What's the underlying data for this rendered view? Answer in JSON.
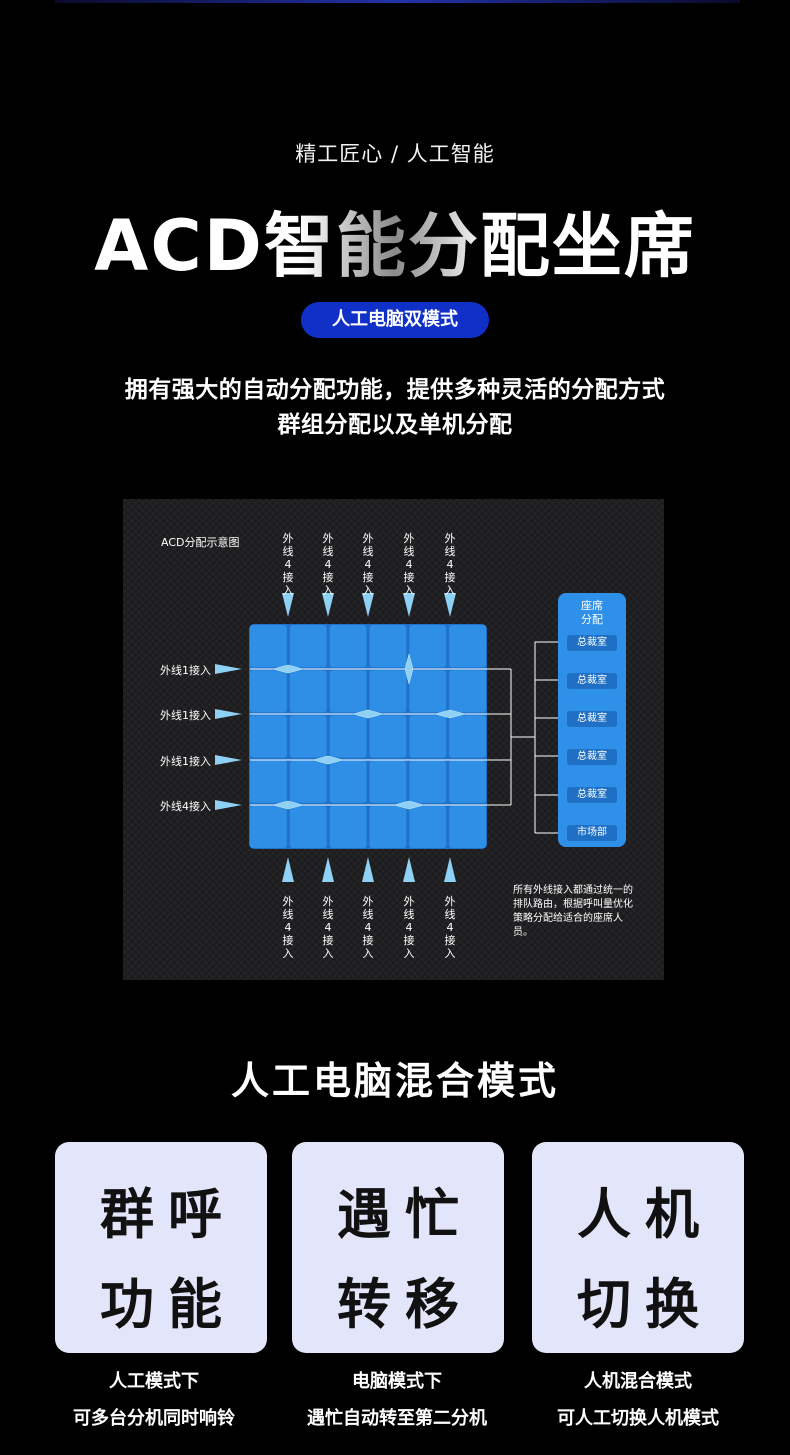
{
  "header": {
    "subtitle": "精工匠心 / 人工智能",
    "title": "ACD智能分配坐席",
    "badge": "人工电脑双模式",
    "desc_line1": "拥有强大的自动分配功能，提供多种灵活的分配方式",
    "desc_line2": "群组分配以及单机分配"
  },
  "diagram": {
    "title": "ACD分配示意图",
    "top_labels": [
      "外线4接入",
      "外线4接入",
      "外线4接入",
      "外线4接入",
      "外线4接入"
    ],
    "bottom_labels": [
      "外线4接入",
      "外线4接入",
      "外线4接入",
      "外线4接入",
      "外线4接入"
    ],
    "left_labels": [
      "外线1接入",
      "外线1接入",
      "外线1接入",
      "外线4接入"
    ],
    "seat_header": "座席\n分配",
    "seat_items": [
      "总裁室",
      "总裁室",
      "总裁室",
      "总裁室",
      "总裁室",
      "市场部"
    ],
    "note": "所有外线接入都通过统一的排队路由，根据呼叫量优化策略分配给适合的座席人员。",
    "colors": {
      "cell": "#2f8fe6",
      "panel": "#2f90ea",
      "arrow": "#8fd0f5",
      "line": "#ffffff"
    }
  },
  "modes": {
    "title": "人工电脑混合模式",
    "cards": [
      {
        "line1": "群呼",
        "line2": "功能",
        "cap1": "人工模式下",
        "cap2": "可多台分机同时响铃"
      },
      {
        "line1": "遇忙",
        "line2": "转移",
        "cap1": "电脑模式下",
        "cap2": "遇忙自动转至第二分机"
      },
      {
        "line1": "人机",
        "line2": "切换",
        "cap1": "人机混合模式",
        "cap2": "可人工切换人机模式"
      }
    ]
  }
}
